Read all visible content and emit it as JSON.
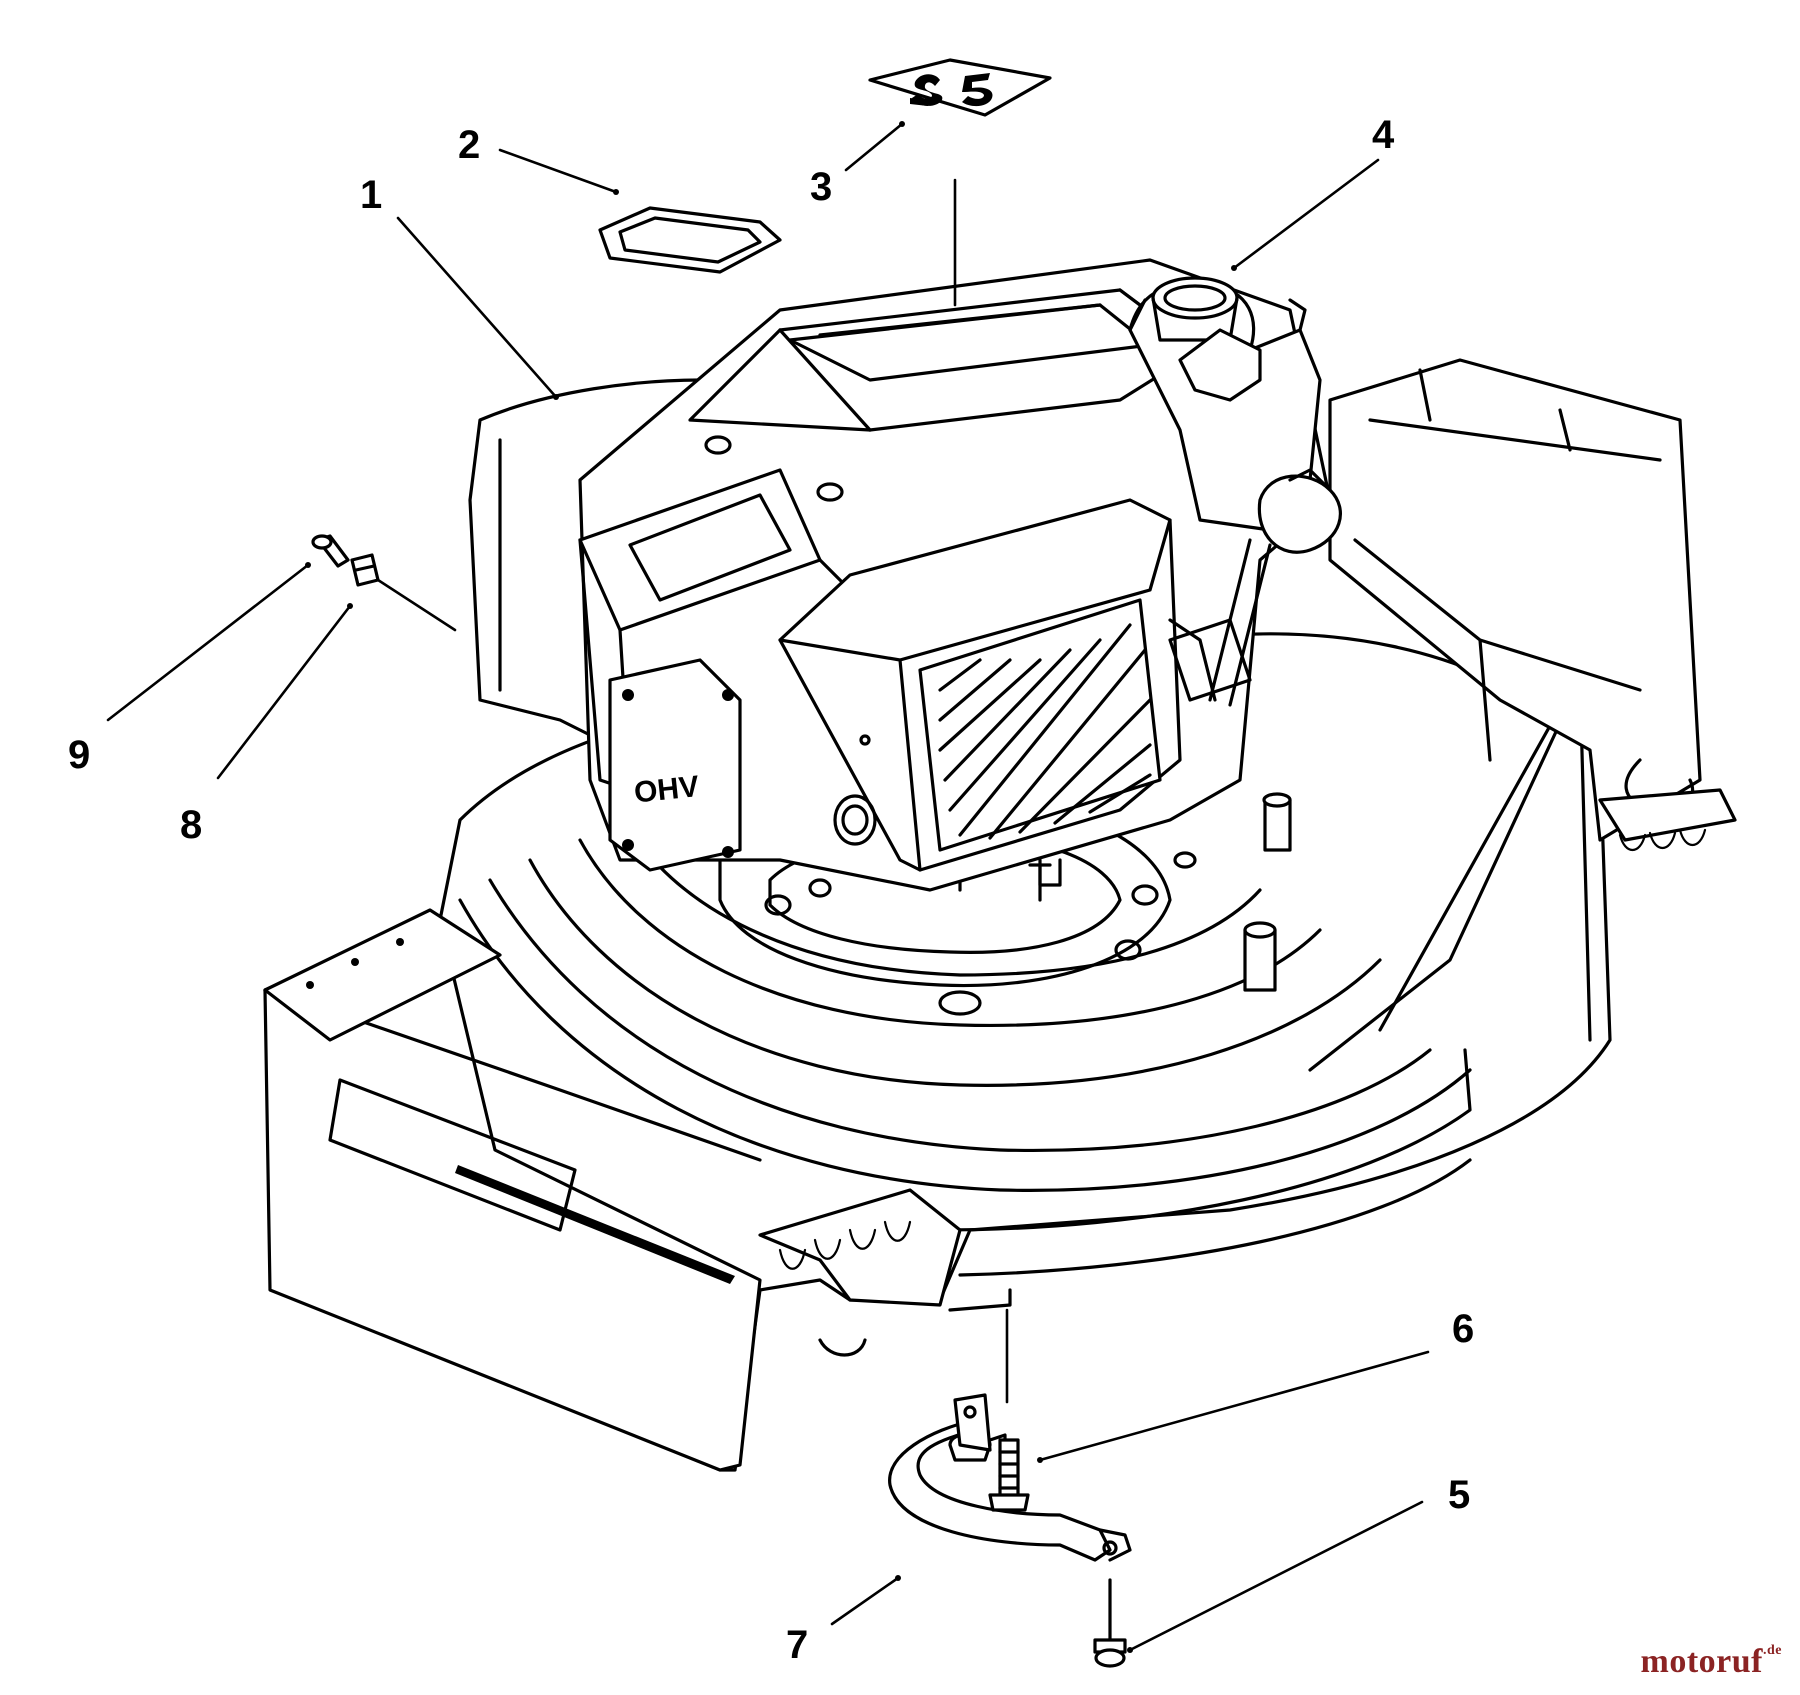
{
  "callouts": [
    {
      "id": "1",
      "label": "1"
    },
    {
      "id": "2",
      "label": "2"
    },
    {
      "id": "3",
      "label": "3"
    },
    {
      "id": "4",
      "label": "4"
    },
    {
      "id": "5",
      "label": "5"
    },
    {
      "id": "6",
      "label": "6"
    },
    {
      "id": "7",
      "label": "7"
    },
    {
      "id": "8",
      "label": "8"
    },
    {
      "id": "9",
      "label": "9"
    }
  ],
  "engine_emboss": "OHV",
  "watermark": {
    "text": "motoruf",
    "suffix": ".de",
    "color": "#8b2323"
  },
  "colors": {
    "line": "#000000",
    "background": "#ffffff"
  }
}
